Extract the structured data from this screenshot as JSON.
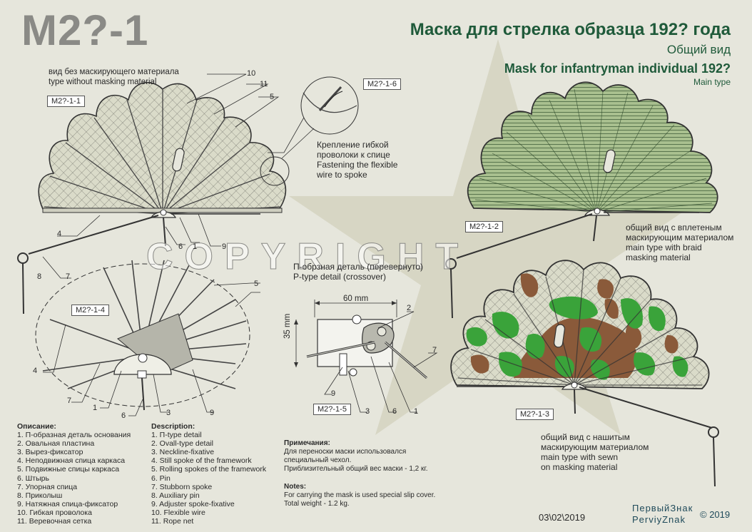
{
  "header": {
    "code": "M2?-1",
    "title_ru": "Маска для стрелка образца 192? года",
    "subtitle_ru": "Общий вид",
    "title_en": "Mask  for infantryman individual 192?",
    "subtitle_en": "Main type"
  },
  "labels": {
    "without_material_ru": "вид без маскирующего материала",
    "without_material_en": "type without masking material",
    "fastening_ru_1": "Крепление гибкой",
    "fastening_ru_2": "проволоки к спице",
    "fastening_en_1": "Fastening the flexible",
    "fastening_en_2": "wire to spoke",
    "braid_ru_1": "общий вид с вплетеным",
    "braid_ru_2": "маскирующим материалом",
    "braid_en_1": "main type with braid",
    "braid_en_2": "masking material",
    "ptype_ru": "П-обрзная деталь (перевернуто)",
    "ptype_en": "P-type detail (crossover)",
    "sewn_ru_1": "общий вид с нашитым",
    "sewn_ru_2": "маскирующим материалом",
    "sewn_en_1": "main type with sewn",
    "sewn_en_2": "on masking material",
    "dim_60": "60 mm",
    "dim_35": "35 mm"
  },
  "tags": {
    "t1": "M2?-1-1",
    "t6": "M2?-1-6",
    "t2": "M2?-1-2",
    "t4": "M2?-1-4",
    "t5": "M2?-1-5",
    "t3": "M2?-1-3"
  },
  "callouts": {
    "n1": "1",
    "n2": "2",
    "n3": "3",
    "n4": "4",
    "n5": "5",
    "n6": "6",
    "n7": "7",
    "n8": "8",
    "n9": "9",
    "n10": "10",
    "n11": "11"
  },
  "description_ru": {
    "heading": "Описание:",
    "items": [
      "1.  П-образная деталь основания",
      "2.  Овальная пластина",
      "3.  Вырез-фиксатор",
      "4.  Неподвижная спица каркаса",
      "5.  Подвижные спицы каркаса",
      "6.  Штырь",
      "7.  Упорная спица",
      "8.  Приколыш",
      "9.  Натяжная спица-фиксатор",
      "10. Гибкая проволока",
      "11. Веревочная сетка"
    ]
  },
  "description_en": {
    "heading": "Description:",
    "items": [
      "1.  П-type detail",
      "2.  Ovall-type detail",
      "3.  Neckline-fixative",
      "4.  Still spoke of the framework",
      "5.  Rolling spokes of the framework",
      "6.  Pin",
      "7.  Stubborn spoke",
      "8.  Auxiliary pin",
      "9.  Adjuster spoke-fixative",
      "10. Flexible wire",
      "11. Rope net"
    ]
  },
  "notes_ru": {
    "heading": "Примечания:",
    "line1": "Для переноски маски использовался",
    "line2": "специальный чехол.",
    "line3": "Приблизительный общий вес маски - 1,2 кг."
  },
  "notes_en": {
    "heading": "Notes:",
    "line1": "For carrying the mask is used special slip cover.",
    "line2": "Total weight - 1.2 kg."
  },
  "footer": {
    "date": "03\\02\\2019",
    "brand_ru": "ПервыйЗнак",
    "brand_en": "PerviyZnak",
    "copyright": "© 2019",
    "watermark": "COPYRIGHT"
  },
  "colors": {
    "background": "#e6e6dc",
    "title_green": "#1f5a3a",
    "mesh_fill": "#d9dccb",
    "braid_green": "#8fae7a",
    "camo_green": "#3aa33a",
    "camo_brown": "#8a5a3a",
    "star": "#d3d2bf"
  }
}
